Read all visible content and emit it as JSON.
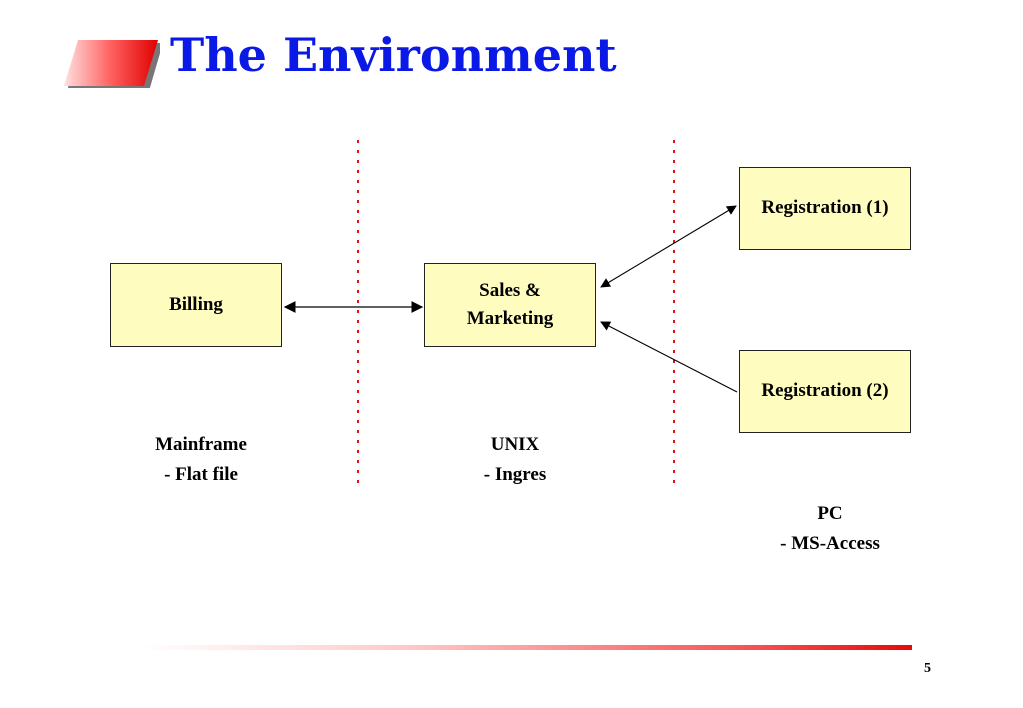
{
  "title": "The Environment",
  "boxes": {
    "billing": "Billing",
    "sales_line1": "Sales &",
    "sales_line2": "Marketing",
    "registration1": "Registration (1)",
    "registration2": "Registration (2)"
  },
  "platforms": {
    "mainframe": {
      "name": "Mainframe",
      "detail": "- Flat file"
    },
    "unix": {
      "name": "UNIX",
      "detail": "- Ingres"
    },
    "pc": {
      "name": "PC",
      "detail": "- MS-Access"
    }
  },
  "page_number": "5",
  "colors": {
    "title": "#0a19e6",
    "box_fill": "#fffcc0",
    "divider": "#e01010",
    "accent_red": "#e60a0a"
  }
}
